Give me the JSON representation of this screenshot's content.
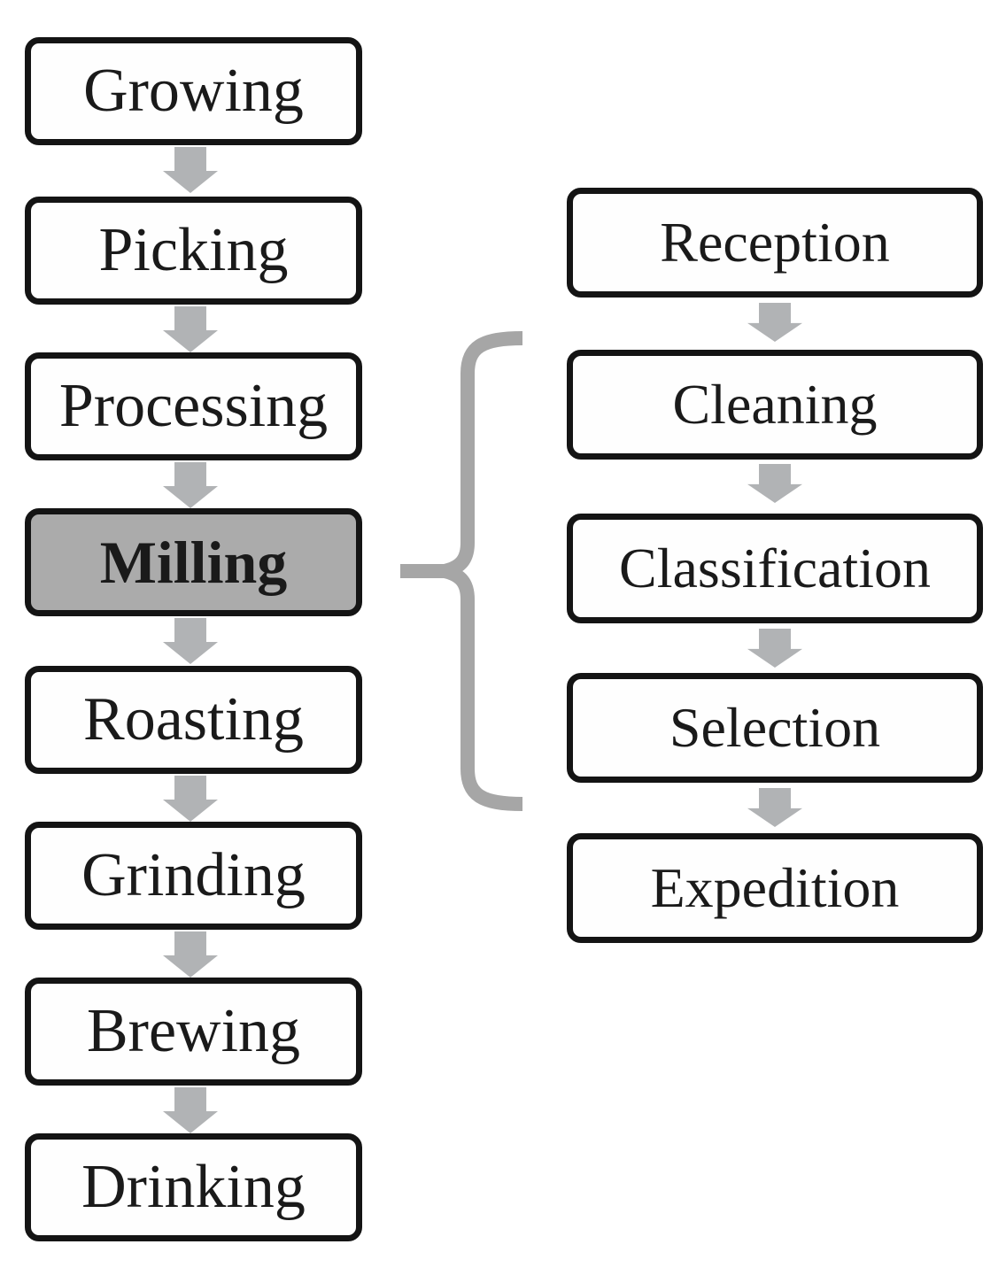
{
  "diagram_type": "flowchart",
  "colors": {
    "box_border": "#141414",
    "box_fill": "#fefefe",
    "highlight_fill": "#ababab",
    "arrow_fill": "#b1b3b5",
    "brace_fill": "#a6a6a6",
    "text_color": "#1a1a1a"
  },
  "main_flow": {
    "description": "coffee production main process, top to bottom",
    "steps": [
      {
        "label": "Growing",
        "highlighted": false
      },
      {
        "label": "Picking",
        "highlighted": false
      },
      {
        "label": "Processing",
        "highlighted": false
      },
      {
        "label": "Milling",
        "highlighted": true
      },
      {
        "label": "Roasting",
        "highlighted": false
      },
      {
        "label": "Grinding",
        "highlighted": false
      },
      {
        "label": "Brewing",
        "highlighted": false
      },
      {
        "label": "Drinking",
        "highlighted": false
      }
    ]
  },
  "sub_flow": {
    "description": "sub-process expanded from Milling via curly brace",
    "linked_to": "Milling",
    "steps": [
      {
        "label": "Reception"
      },
      {
        "label": "Cleaning"
      },
      {
        "label": "Classification"
      },
      {
        "label": "Selection"
      },
      {
        "label": "Expedition"
      }
    ],
    "brace_covers": [
      "Cleaning",
      "Classification",
      "Selection"
    ]
  }
}
